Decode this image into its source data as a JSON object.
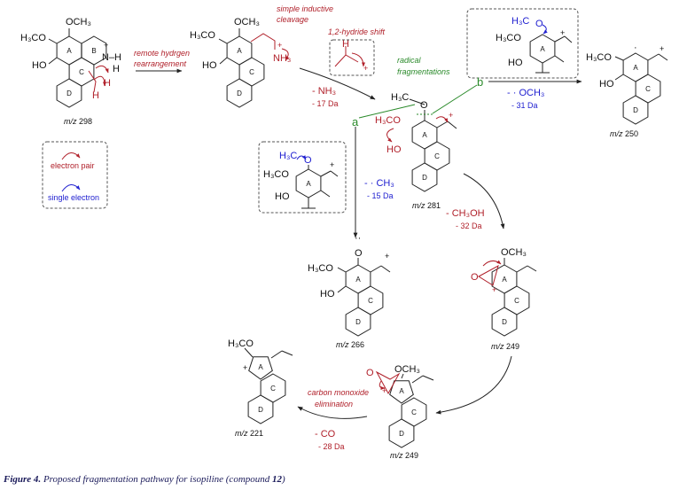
{
  "figure": {
    "caption_label": "Figure 4.",
    "caption_text": " Proposed fragmentation pathway for isopiline (compound ",
    "caption_compound": "12",
    "caption_end": ")"
  },
  "colors": {
    "electron_pair": "#b0202a",
    "single_electron": "#2020d0",
    "radical": "#2a8a2a",
    "bonds": "#222222"
  },
  "ring_labels": {
    "A": "A",
    "B": "B",
    "C": "C",
    "D": "D"
  },
  "legend": {
    "electron_pair": "electron pair",
    "single_electron": "single electron"
  },
  "molecules": {
    "m298": {
      "mz_prefix": "m/z",
      "mz": " 298",
      "och3": "OCH₃",
      "h3co": "H₃CO",
      "ho": "HO",
      "nh": "N–H",
      "h1": "H",
      "h2": "H",
      "h3": "H",
      "plus": "+"
    },
    "m2": {
      "och3": "OCH₃",
      "h3co": "H₃CO",
      "ho": "HO",
      "nh3": "NH₃",
      "plus": "+"
    },
    "m281": {
      "mz_prefix": "m/z",
      "mz": " 281",
      "h3c": "H₃C",
      "o": "O",
      "h3co": "H₃CO",
      "ho": "HO",
      "plus": "+"
    },
    "m250": {
      "mz_prefix": "m/z",
      "mz": " 250",
      "h3co": "H₃CO",
      "ho": "HO",
      "dot": "·",
      "plus": "+"
    },
    "m266": {
      "mz_prefix": "m/z",
      "mz": " 266",
      "o": "O",
      "dots": "··",
      "h3co": "H₃CO",
      "ho": "HO",
      "plus": "+"
    },
    "m249a": {
      "mz_prefix": "m/z",
      "mz": " 249",
      "och3": "OCH₃",
      "o": "O",
      "plus": "+"
    },
    "m249b": {
      "mz_prefix": "m/z",
      "mz": " 249",
      "och3": "OCH₃",
      "o": "O",
      "plus": "+"
    },
    "m221": {
      "mz_prefix": "m/z",
      "mz": " 221",
      "h3co": "H₃CO",
      "plus": "+"
    }
  },
  "insets": {
    "hydride": {
      "title": "1,2-hydride shift",
      "h": "H",
      "plus": "+"
    },
    "a": {
      "h3c": "H₃C",
      "o": "O",
      "h3co": "H₃CO",
      "ho": "HO",
      "plus": "+"
    },
    "b": {
      "h3c": "H₃C",
      "o": "O",
      "h3co": "H₃CO",
      "ho": "HO",
      "plus": "+"
    }
  },
  "steps": {
    "remote_1": "remote hydrgen",
    "remote_2": "rearrangement",
    "inductive_1": "simple inductive",
    "inductive_2": "cleavage",
    "nh3_loss": "- NH₃",
    "nh3_da": "- 17 Da",
    "radical_1": "radical",
    "radical_2": "fragmentations",
    "path_a": "a",
    "path_b": "b",
    "och3_loss": "- · OCH₃",
    "och3_da": "- 31 Da",
    "ch3_loss": "- · CH₃",
    "ch3_da": "- 15 Da",
    "ch3oh_loss": "- CH₃OH",
    "ch3oh_da": "- 32 Da",
    "co_elim_1": "carbon monoxide",
    "co_elim_2": "elimination",
    "co_loss": "- CO",
    "co_da": "- 28 Da"
  }
}
